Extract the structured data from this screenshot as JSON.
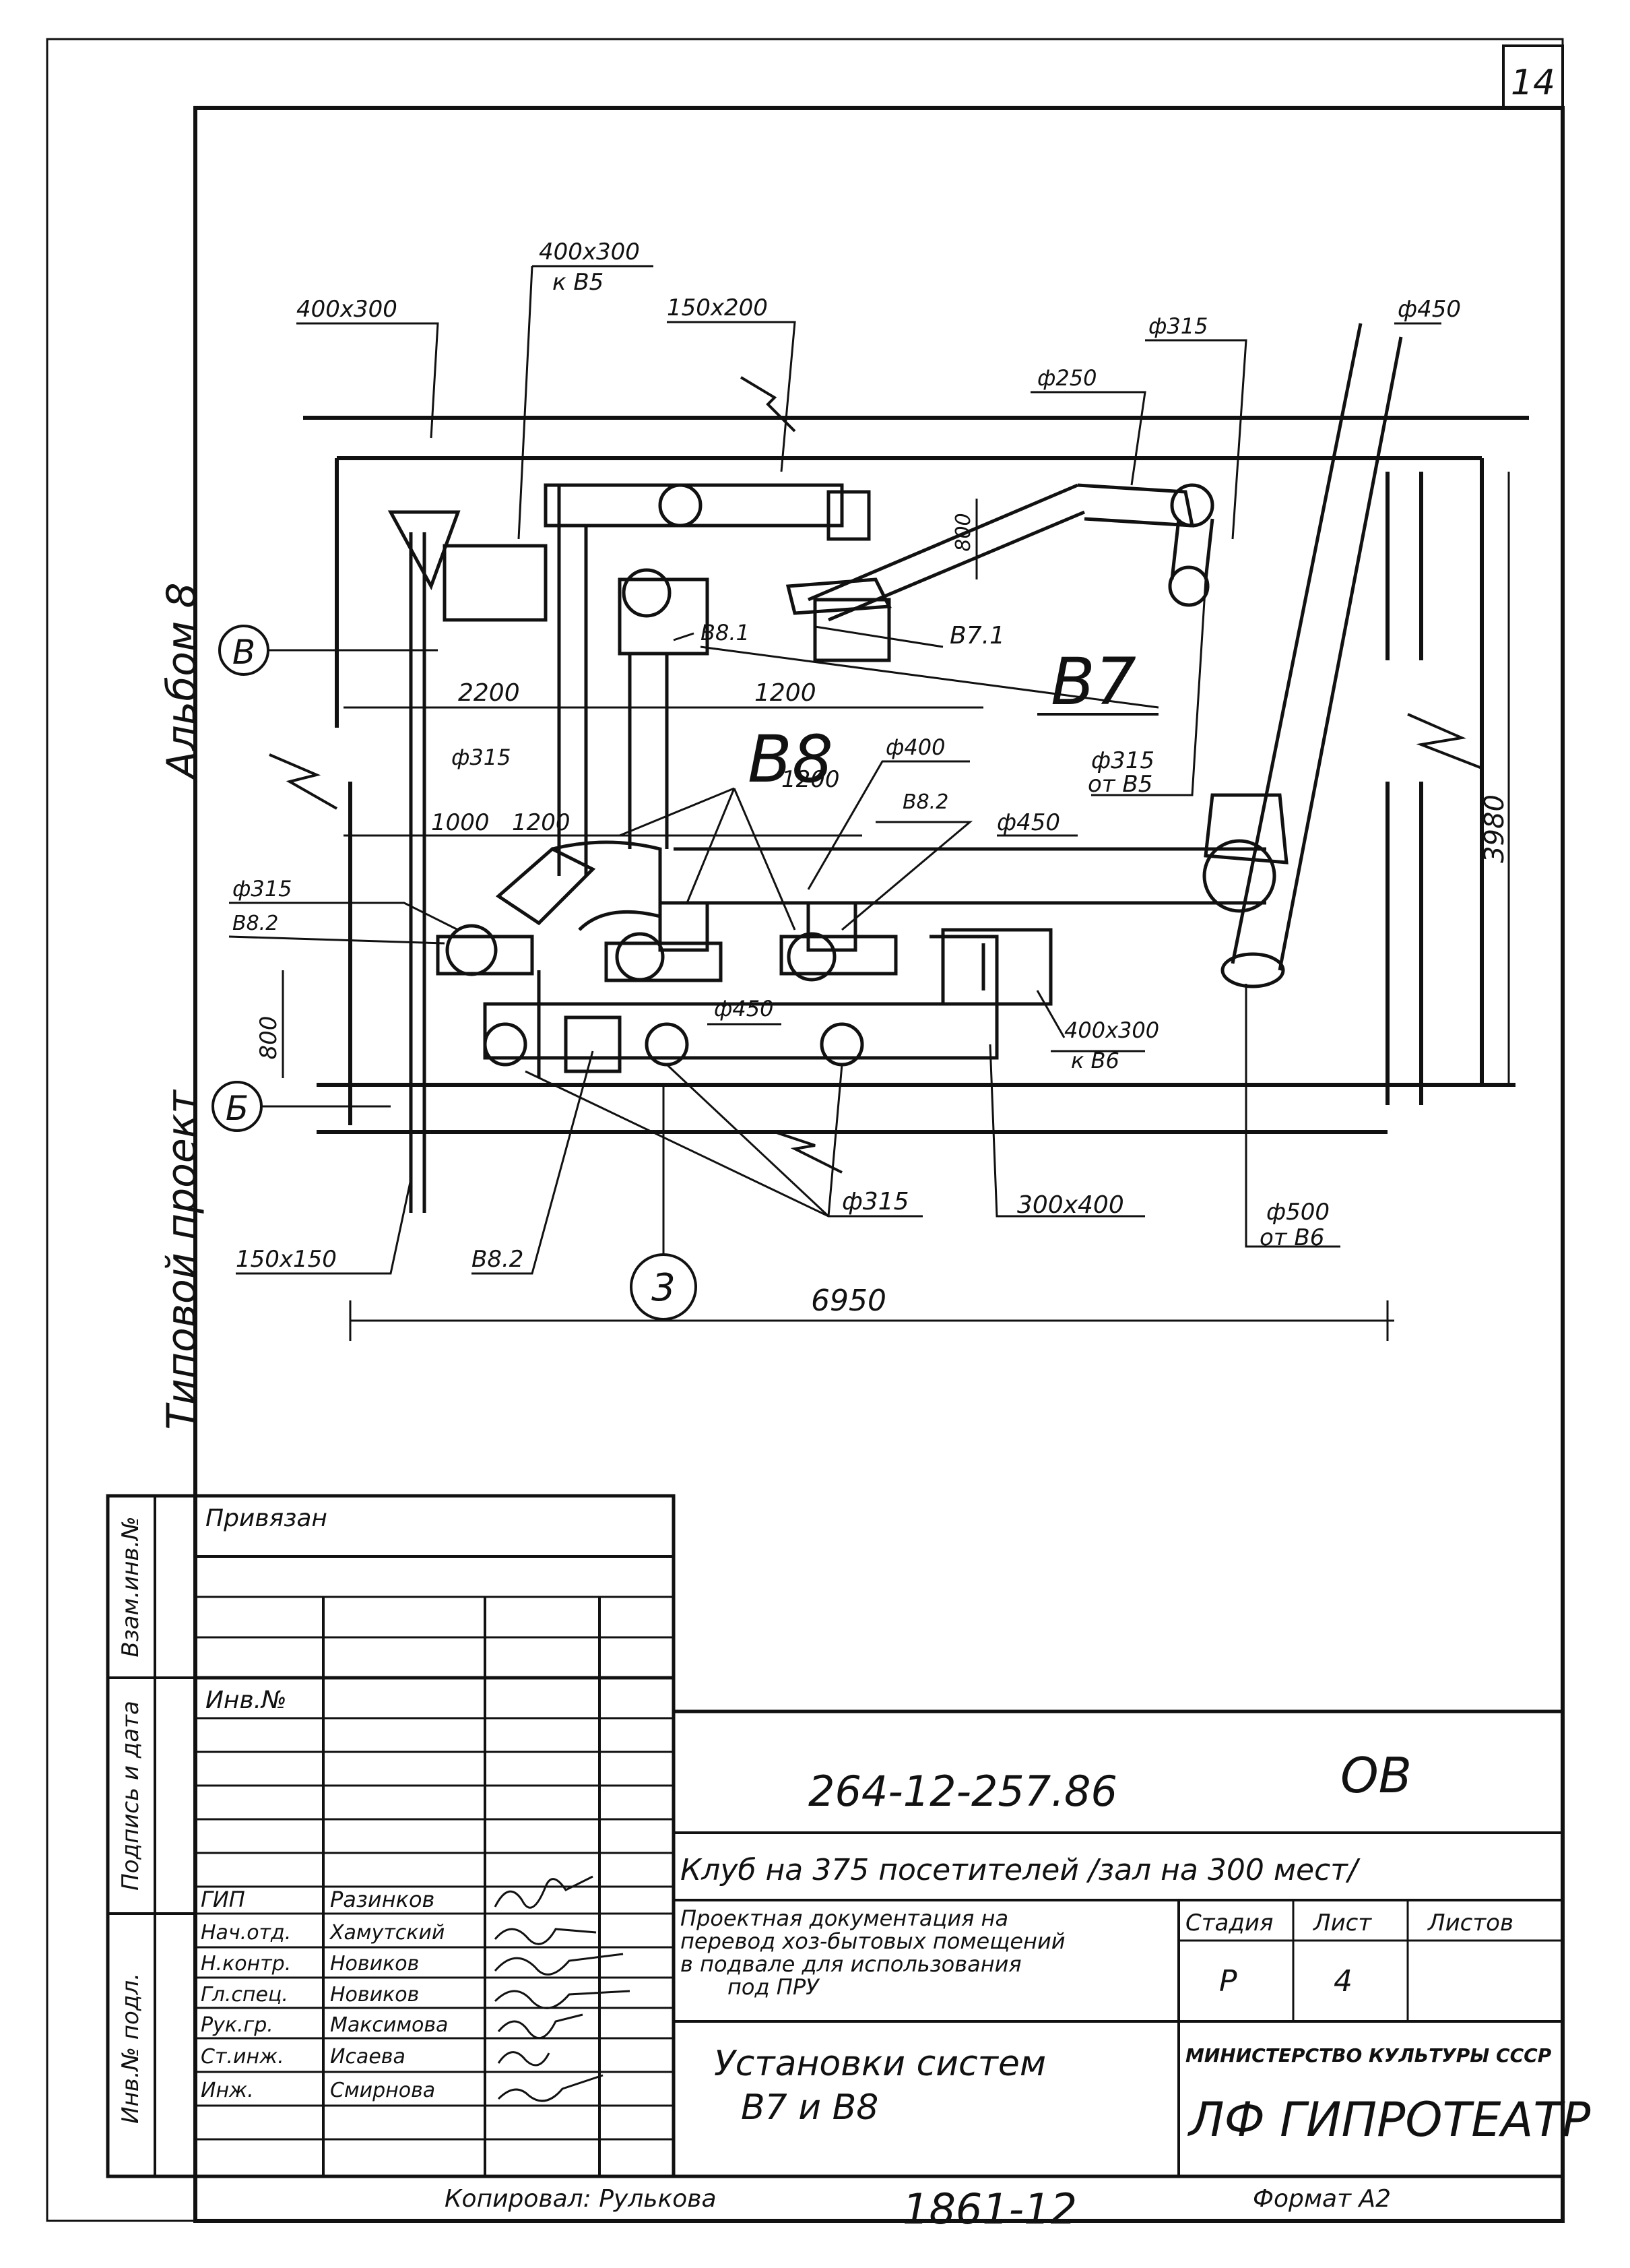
{
  "sheet_corner_number": "14",
  "side_labels": {
    "album": "Альбом 8",
    "project": "Типовой проект"
  },
  "plan": {
    "axes": {
      "b_upper": "В",
      "b_lower": "Б",
      "col_3": "3"
    },
    "dimensions": {
      "d2200": "2200",
      "d1200_top": "1200",
      "d1000": "1000",
      "d1200_mid": "1200",
      "d1200_c": "1200",
      "d800_left": "800",
      "d800_top": "800",
      "d3980": "3980",
      "d6950": "6950"
    },
    "system_labels": {
      "b7_big": "В7",
      "b8_big": "В8"
    },
    "callouts": {
      "duct_400x300": "400х300",
      "duct_400x300_k": "400х300",
      "to_b5": "к В5",
      "duct_150x200": "150х200",
      "phi250": "ф250",
      "phi315_top": "ф315",
      "phi450_top": "ф450",
      "b8_1": "В8.1",
      "b7_1": "В7.1",
      "phi315_mid": "ф315",
      "phi400": "ф400",
      "phi315_b5": "ф315",
      "from_b5": "от В5",
      "b8_2_c": "В8.2",
      "phi450_mid": "ф450",
      "phi315_left": "ф315",
      "b8_2_left": "В8.2",
      "phi450_low": "ф450",
      "duct_400x300_b6": "400х300",
      "to_b6": "к В6",
      "phi315_bottom": "ф315",
      "duct_300x400": "300х400",
      "phi500": "ф500",
      "from_b6": "от В6",
      "duct_150x150": "150х150",
      "b8_2_bottom": "В8.2"
    }
  },
  "stamp": {
    "side": {
      "privyazan": "Привязан",
      "vzam_inv": "Взам.инв.№",
      "inv_no": "Инв.№",
      "podpis_data": "Подпись и дата",
      "inv_podl": "Инв.№ подл."
    },
    "signers": [
      {
        "role": "ГИП",
        "name": "Разинков"
      },
      {
        "role": "Нач.отд.",
        "name": "Хамутский"
      },
      {
        "role": "Н.контр.",
        "name": "Новиков"
      },
      {
        "role": "Гл.спец.",
        "name": "Новиков"
      },
      {
        "role": "Рук.гр.",
        "name": "Максимова"
      },
      {
        "role": "Ст.инж.",
        "name": "Исаева"
      },
      {
        "role": "Инж.",
        "name": "Смирнова"
      }
    ],
    "code": "264-12-257.86",
    "mark": "ОВ",
    "object": "Клуб на 375 посетителей /зал на 300 мест/",
    "description_lines": [
      "Проектная документация на",
      "перевод хоз-бытовых помещений",
      "в подвале для использования",
      "под ПРУ"
    ],
    "sheet_title_lines": [
      "Установки систем",
      "В7 и В8"
    ],
    "stage_header": "Стадия",
    "sheet_header": "Лист",
    "sheets_header": "Листов",
    "stage": "Р",
    "sheet": "4",
    "sheets": "",
    "ministry": "МИНИСТЕРСТВО КУЛЬТУРЫ СССР",
    "org": "ЛФ ГИПРОТЕАТР",
    "copied_by": "Копировал: Рулькова",
    "order_no": "1861-12",
    "format": "Формат А2"
  }
}
